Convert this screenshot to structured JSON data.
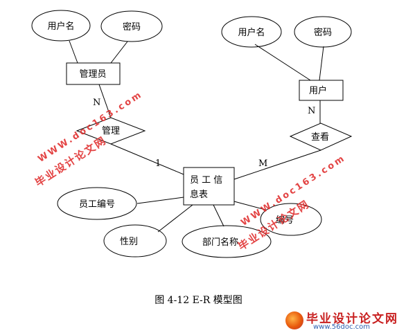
{
  "diagram": {
    "entities": {
      "admin": "管理员",
      "user": "用户",
      "employee_line1": "员 工 信",
      "employee_line2": "息表"
    },
    "relationships": {
      "manage": "管理",
      "view": "查看"
    },
    "attributes": {
      "admin_username": "用户名",
      "admin_password": "密码",
      "user_username": "用户名",
      "user_password": "密码",
      "emp_number": "员工编号",
      "gender": "性别",
      "dept_name": "部门名称",
      "emp_id_partial": "编号"
    },
    "cardinalities": {
      "admin_manage": "N",
      "manage_employee": "1",
      "user_view": "N",
      "view_employee": "M"
    }
  },
  "caption": "图 4-12 E-R 模型图",
  "watermarks": {
    "site_name": "毕业设计论文网",
    "site_url": "WWW.doc163.com"
  },
  "logo": {
    "title": "毕业设计论文网",
    "url": "www.56doc.com"
  }
}
